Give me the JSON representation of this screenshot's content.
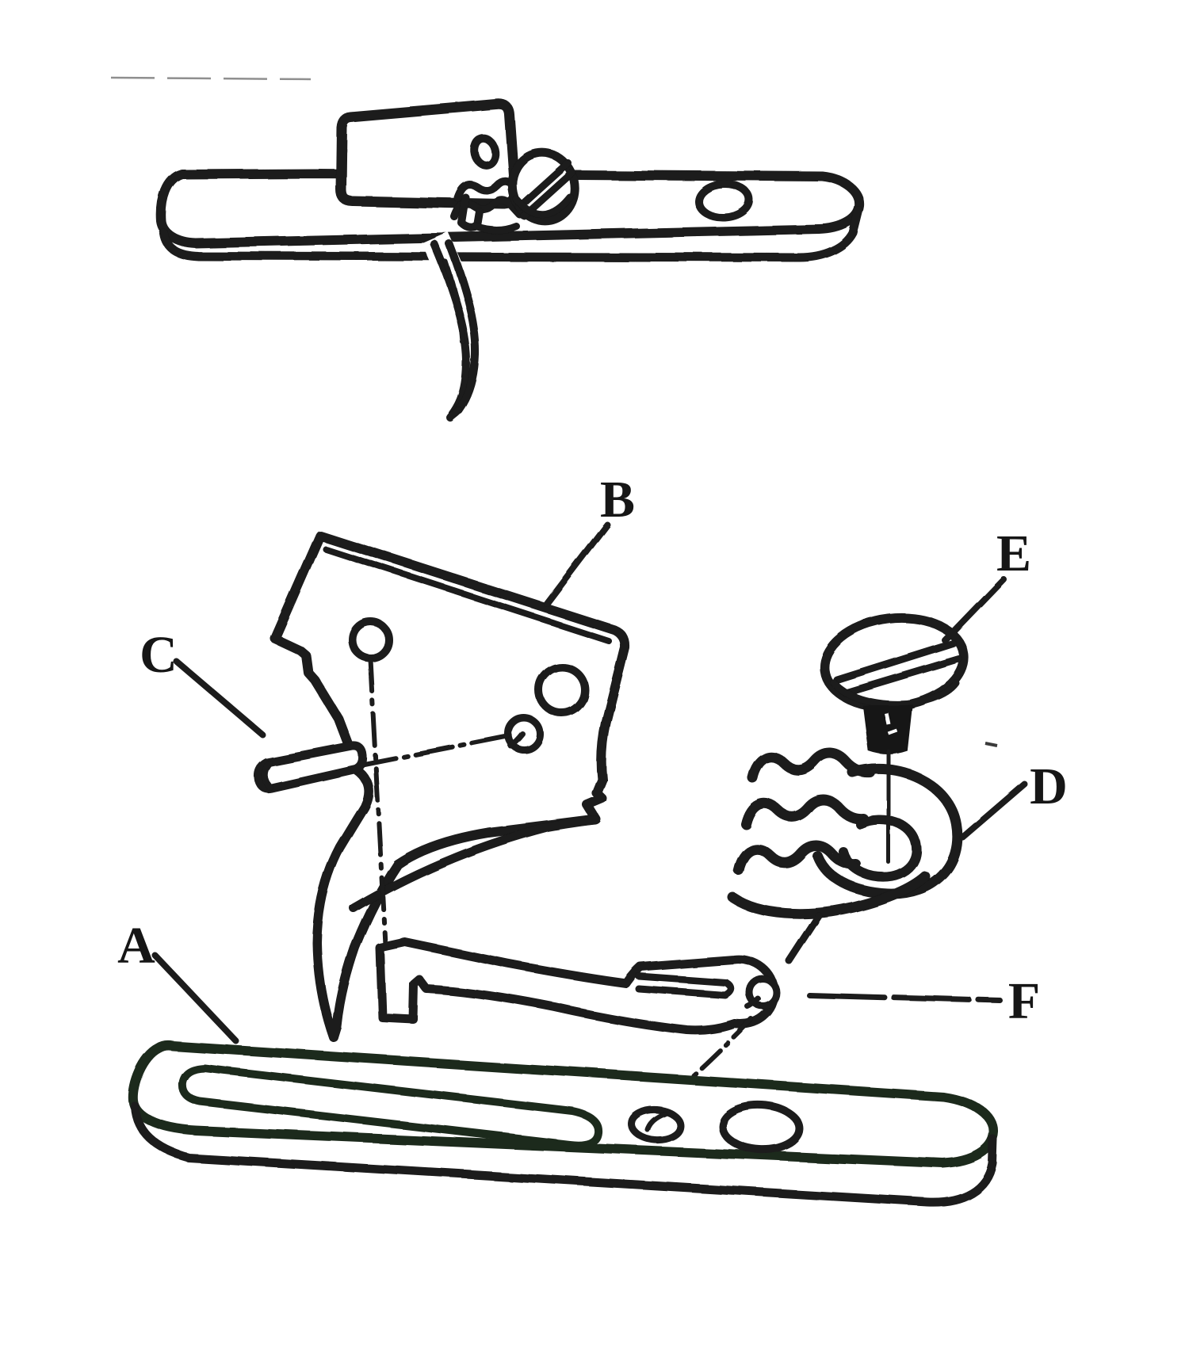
{
  "figure": {
    "background": "#ffffff",
    "ink": "#1a1a1a",
    "artifact_color": "#8f8f8f",
    "labels": [
      {
        "text": "A"
      },
      {
        "text": "B"
      },
      {
        "text": "C"
      },
      {
        "text": "D"
      },
      {
        "text": "E"
      },
      {
        "text": "F"
      }
    ]
  }
}
